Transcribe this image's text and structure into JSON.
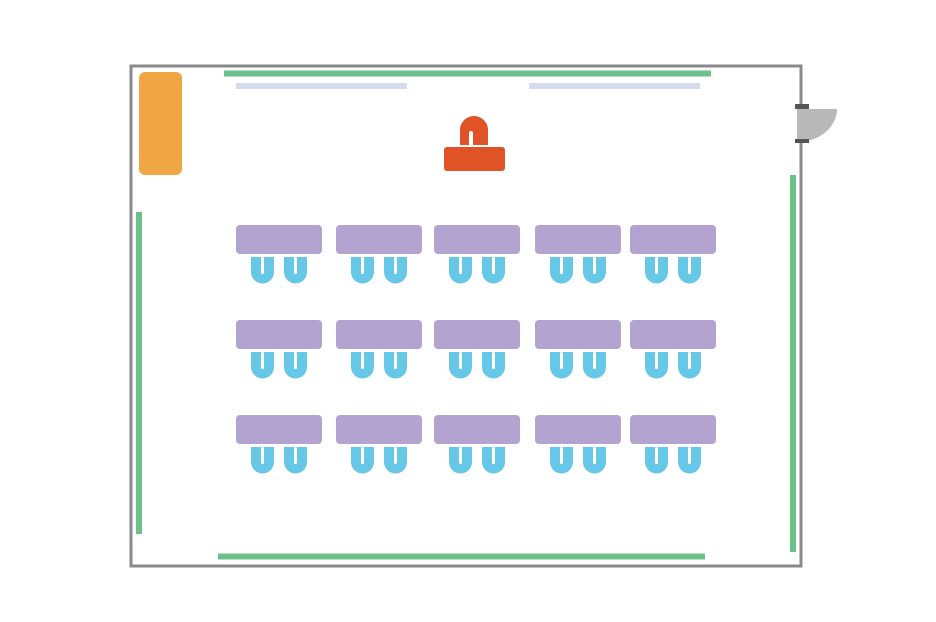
{
  "floorplan": {
    "colors": {
      "wall": "#8a8a8a",
      "board": "#6cc08a",
      "screen": "#d6dcef",
      "cabinet": "#f0a644",
      "podium": "#e05326",
      "door": "#b8b8b8",
      "desk": "#b2a3d1",
      "chair": "#67c7e6"
    },
    "icons": {
      "door": "door-icon",
      "podium": "podium-icon",
      "cabinet": "cabinet-icon",
      "chair": "chair-icon"
    },
    "desk_grid": {
      "rows": 3,
      "columns": 5,
      "chairs_per_desk": 2
    }
  }
}
